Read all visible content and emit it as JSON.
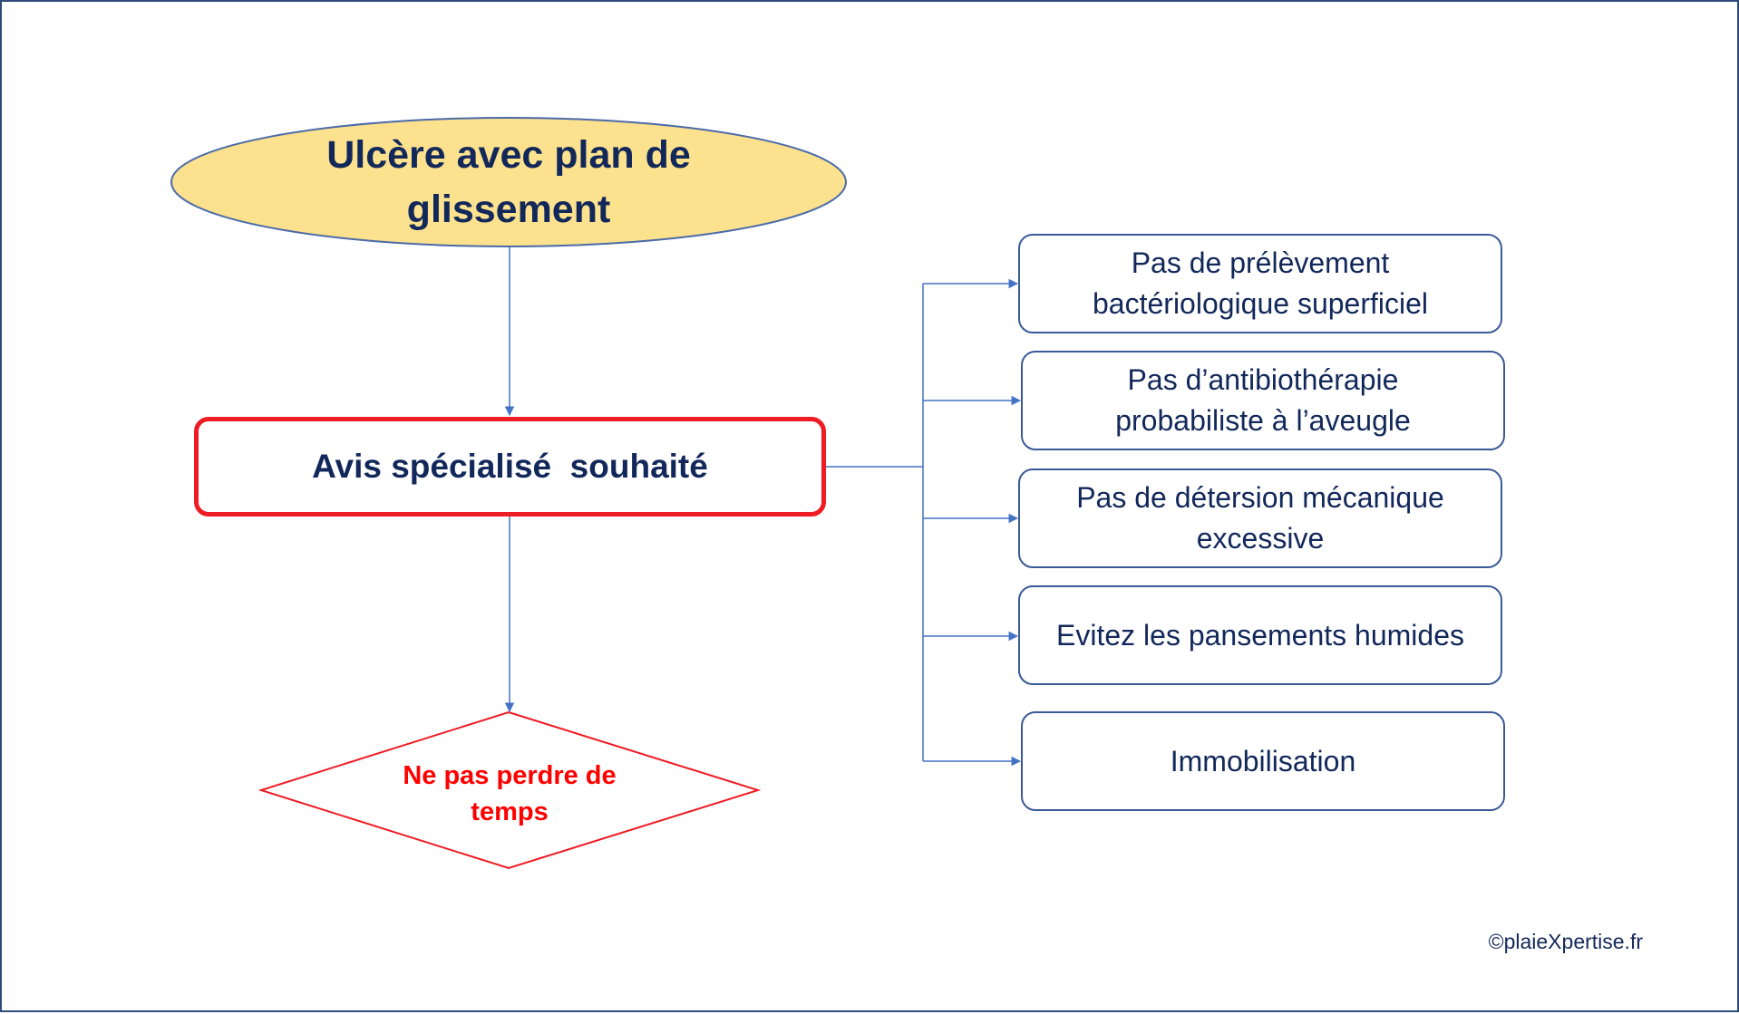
{
  "diagram": {
    "start_node": {
      "line1": "Ulcère avec plan de",
      "line2": "glissement"
    },
    "decision_box": {
      "label": "Avis spécialisé  souhaité"
    },
    "warning_diamond": {
      "line1": "Ne pas perdre de",
      "line2": "temps"
    },
    "recommendations": [
      {
        "line1": "Pas de prélèvement",
        "line2": "bactériologique superficiel"
      },
      {
        "line1": "Pas d’antibiothérapie",
        "line2": "probabiliste à l’aveugle"
      },
      {
        "line1": "Pas de détersion mécanique",
        "line2": "excessive"
      },
      {
        "line1": "Evitez les pansements humides",
        "line2": ""
      },
      {
        "line1": "Immobilisation",
        "line2": ""
      }
    ]
  },
  "footer": {
    "copyright": "©plaieXpertise.fr"
  },
  "colors": {
    "ellipse_fill": "#fce18e",
    "ellipse_stroke": "#4a6aa8",
    "text_dark_blue": "#12285a",
    "accent_red": "#ee1c24",
    "connector_blue": "#4472c4"
  }
}
